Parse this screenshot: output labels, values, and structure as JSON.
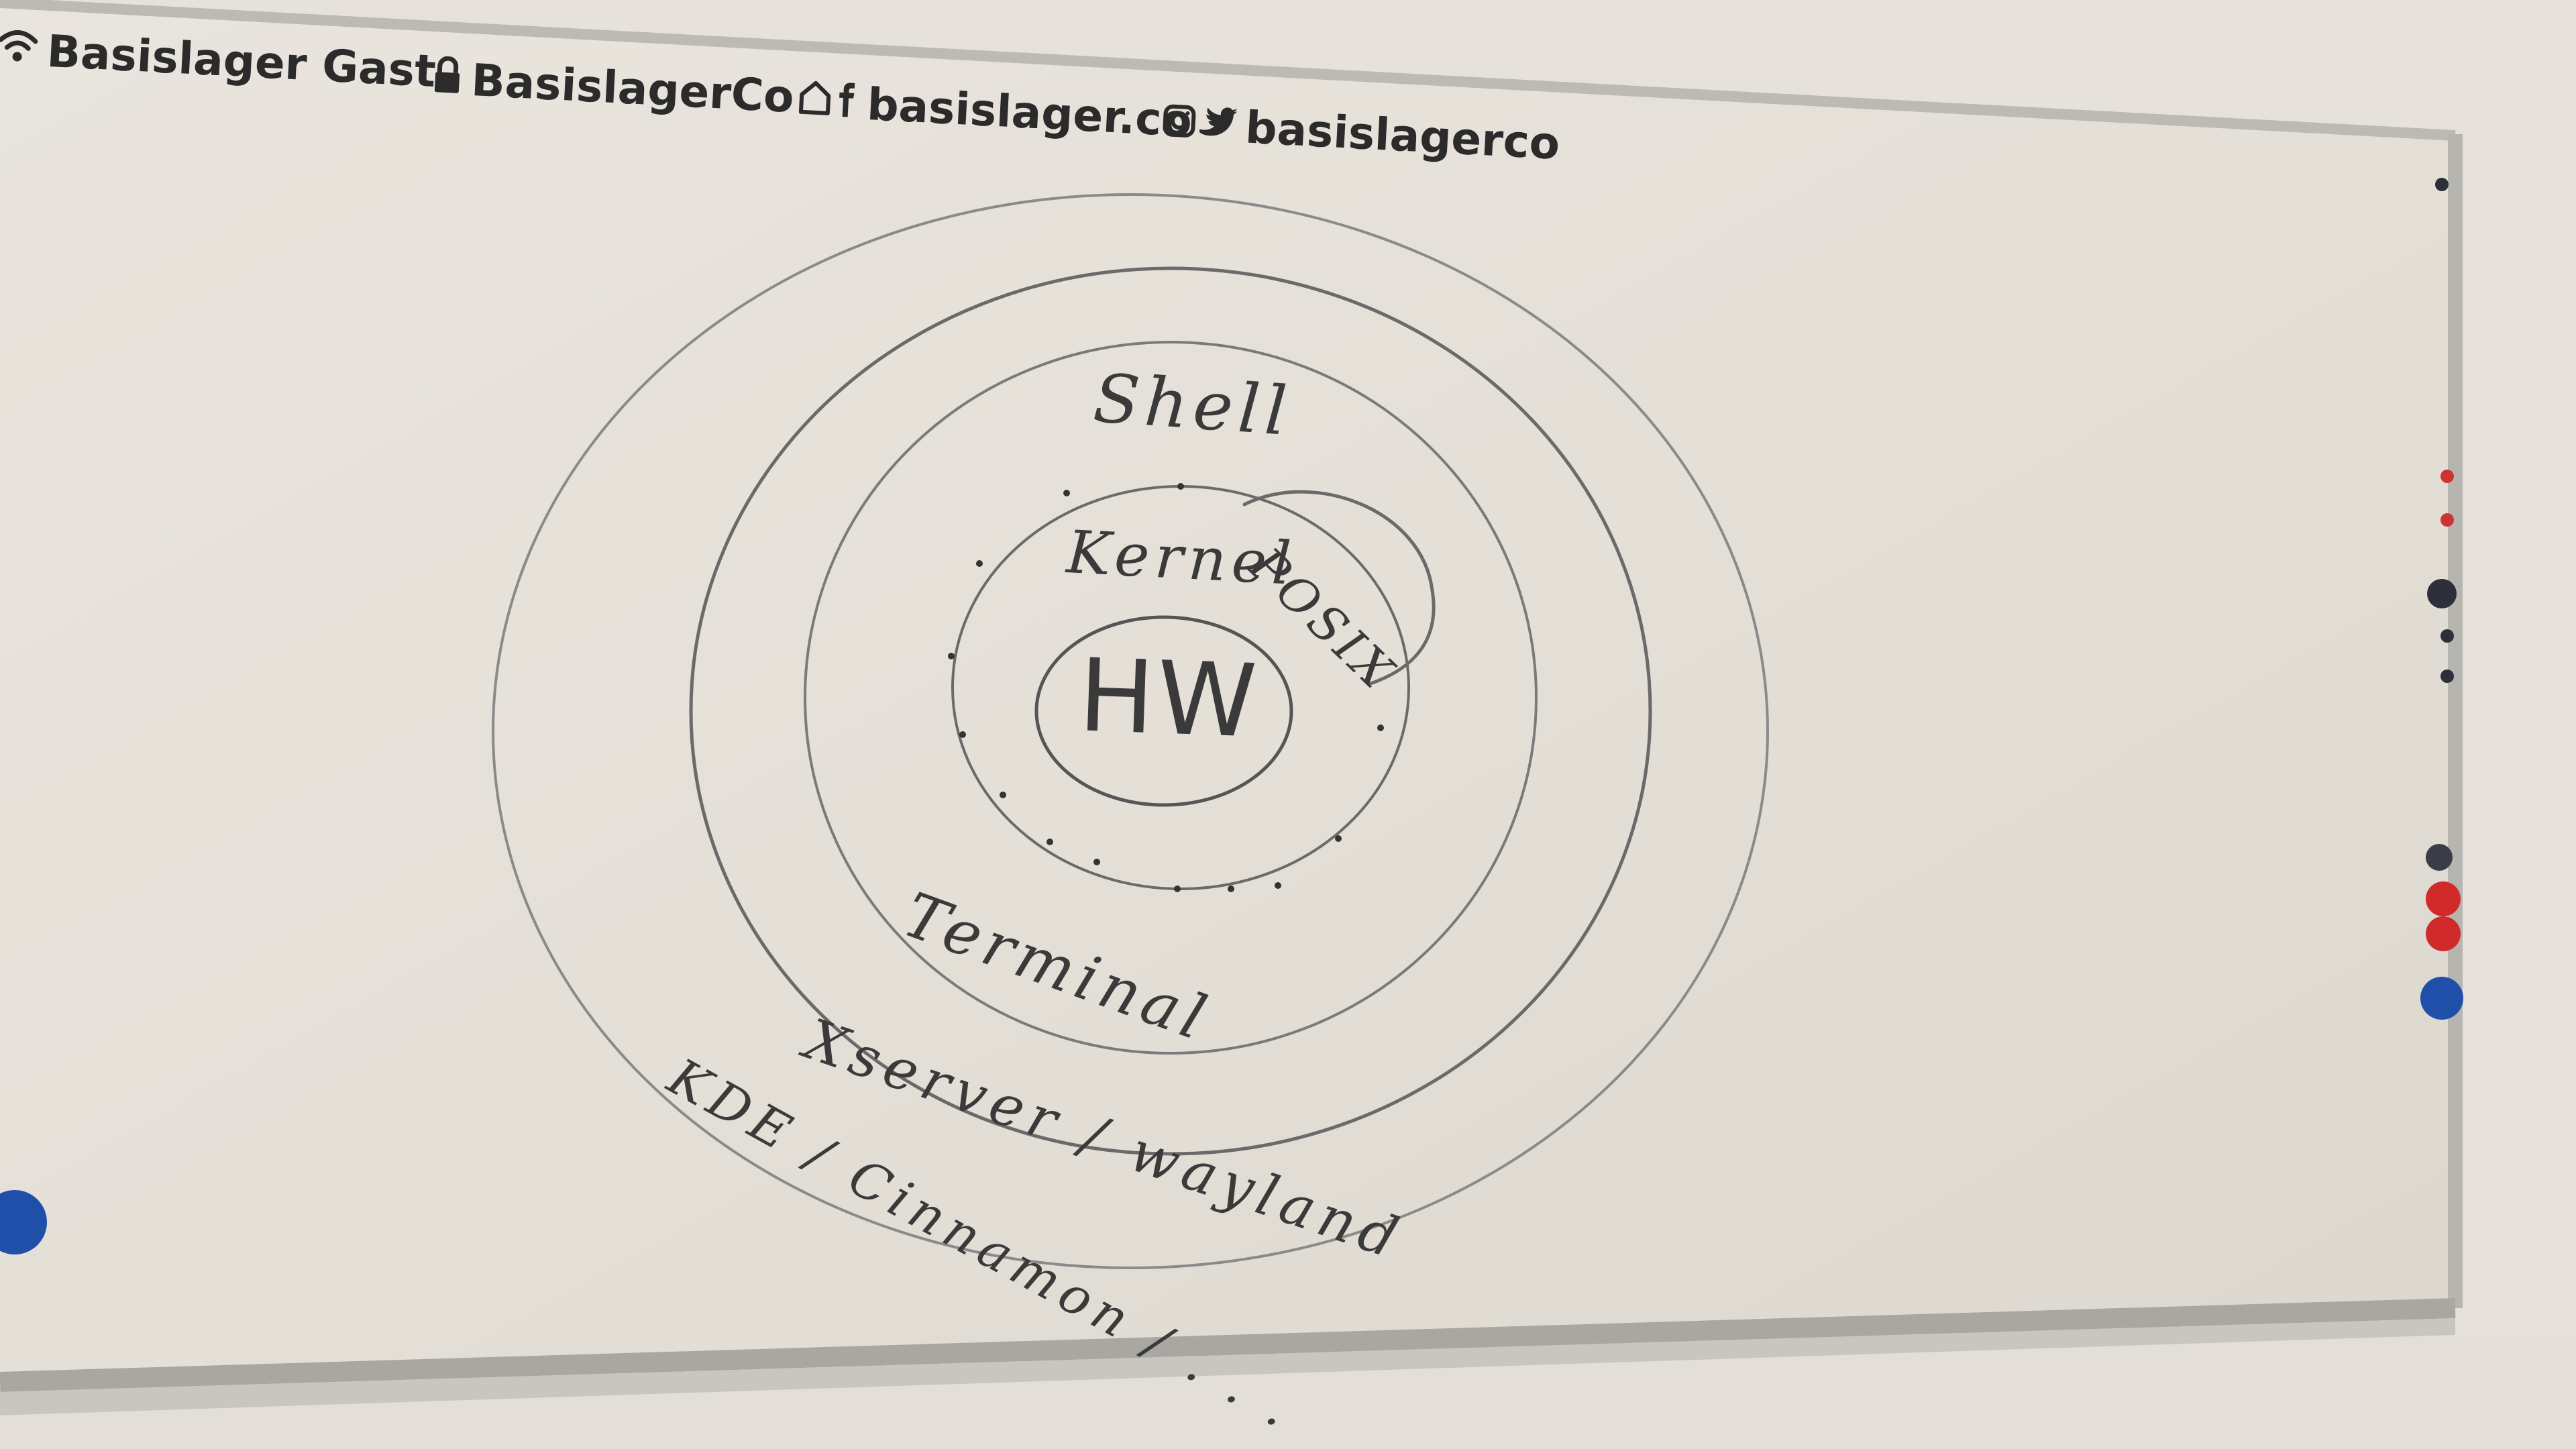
{
  "banner": {
    "wifi": {
      "icon": "wifi-icon",
      "label": "Basislager Gast"
    },
    "lock": {
      "icon": "lock-icon",
      "label": "BasislagerCo"
    },
    "web": {
      "icon": "home-facebook-icon",
      "label": "basislager.co"
    },
    "social": {
      "icon": "instagram-twitter-icon",
      "label": "basislagerco"
    }
  },
  "drawing": {
    "center": "HW",
    "ring1": "Kernel",
    "bubble": "POSIX",
    "ring2": "Shell",
    "ring2b": "Terminal",
    "ring3": "Xserver / wayland",
    "ring4": "KDE / Cinnamon / . . ."
  },
  "colors": {
    "board": "#e4e0d9",
    "ink": "#3a3a3a",
    "frame": "#b9b7b2",
    "magnet_blue": "#1f4fa8",
    "magnet_red": "#d12a2a",
    "magnet_dark": "#2d2f3a"
  }
}
